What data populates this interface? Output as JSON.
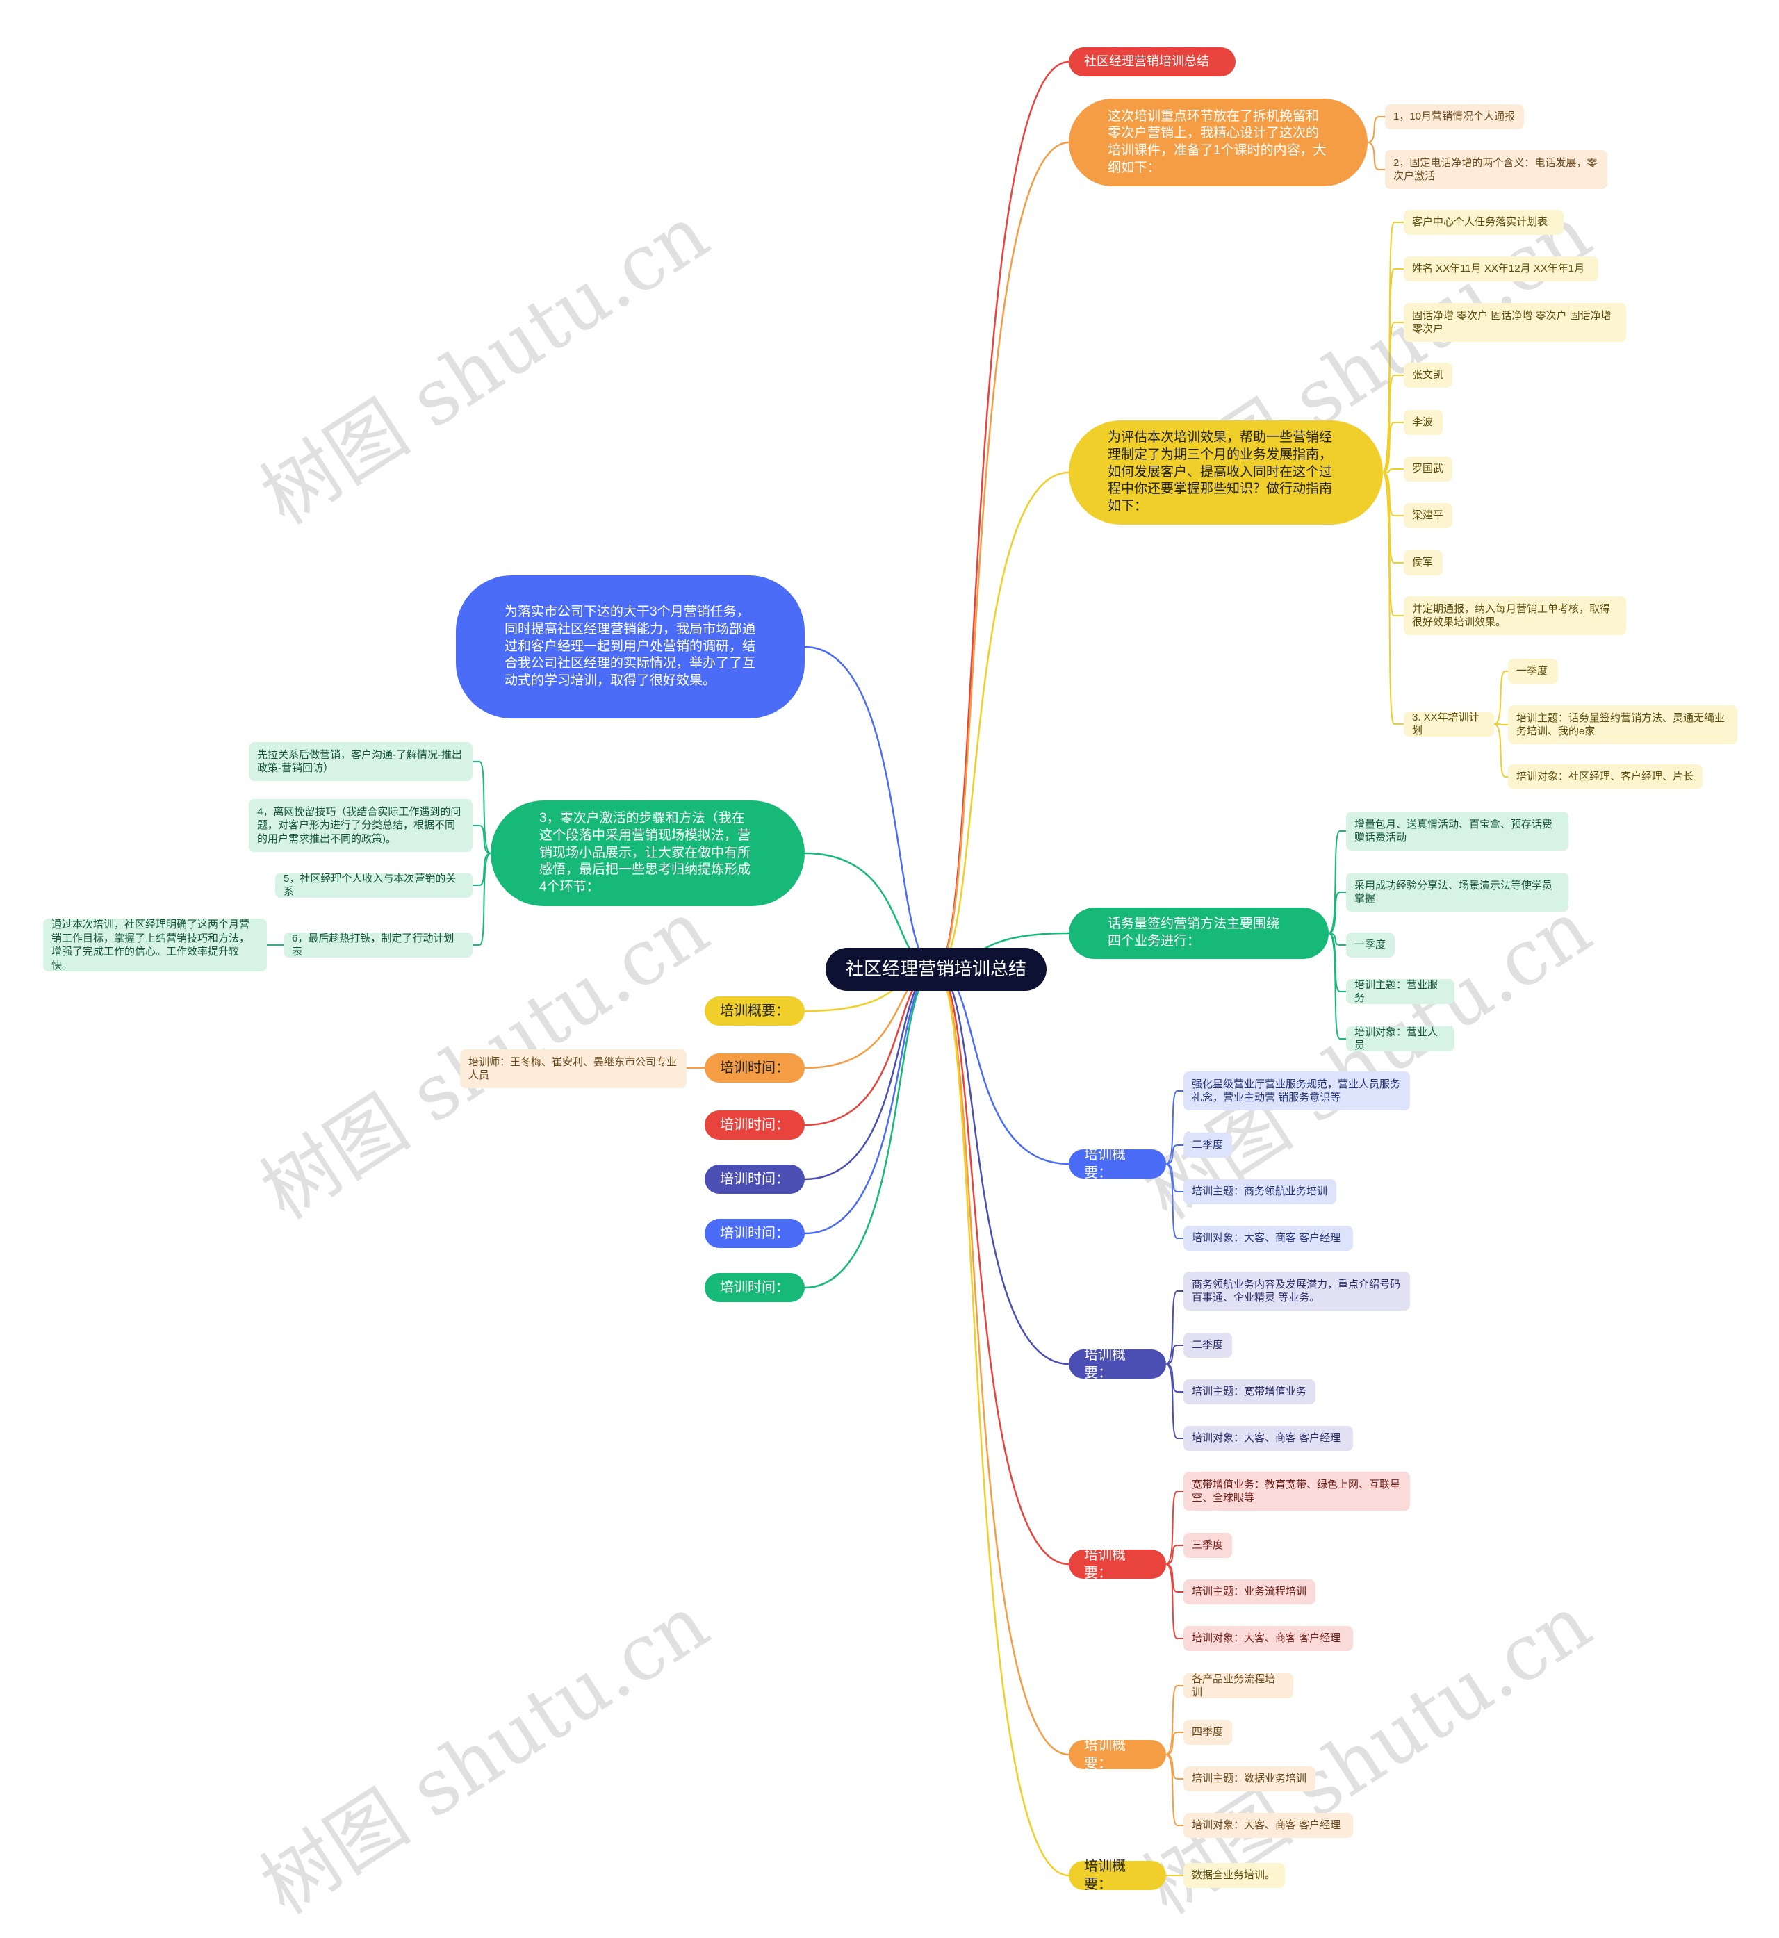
{
  "center": "社区经理营销培训总结",
  "right": {
    "title_node": "社区经理营销培训总结",
    "b1": {
      "text": "这次培训重点环节放在了拆机挽留和零次户营销上，我精心设计了这次的培训课件，准备了1个课时的内容，大纲如下：",
      "children": [
        "1，10月营销情况个人通报",
        "2，固定电话净增的两个含义：电话发展，零次户激活"
      ]
    },
    "b2": {
      "text": "为评估本次培训效果，帮助一些营销经理制定了为期三个月的业务发展指南，如何发展客户、提高收入同时在这个过程中你还要掌握那些知识？做行动指南如下：",
      "children": [
        "客户中心个人任务落实计划表",
        "姓名 XX年11月  XX年12月  XX年年1月",
        "固话净增 零次户 固话净增 零次户 固话净增 零次户",
        "张文凯",
        "李波",
        "罗国武",
        "梁建平",
        "侯军",
        "并定期通报，纳入每月营销工单考核，取得很好效果培训效果。",
        "3. XX年培训计划"
      ],
      "plan_children": [
        "一季度",
        "培训主题：话务量签约营销方法、灵通无绳业务培训、我的e家",
        "培训对象：社区经理、客户经理、片长"
      ]
    },
    "b3": {
      "text": "话务量签约营销方法主要围绕四个业务进行：",
      "children": [
        "增量包月、送真情活动、百宝盒、预存话费赠话费活动",
        "采用成功经验分享法、场景演示法等使学员掌握",
        "一季度",
        "培训主题：营业服务",
        "培训对象：营业人员"
      ]
    },
    "b4": {
      "text": "培训概要：",
      "children": [
        "强化星级营业厅营业服务规范，营业人员服务礼念，营业主动营    销服务意识等",
        "二季度",
        "培训主题：商务领航业务培训",
        "培训对象：大客、商客 客户经理"
      ]
    },
    "b5": {
      "text": "培训概要：",
      "children": [
        "商务领航业务内容及发展潜力，重点介绍号码百事通、企业精灵        等业务。",
        "二季度",
        "培训主题：宽带增值业务",
        "培训对象：大客、商客 客户经理"
      ]
    },
    "b6": {
      "text": "培训概要：",
      "children": [
        "宽带增值业务：教育宽带、绿色上网、互联星空、全球眼等",
        "三季度",
        "培训主题：业务流程培训",
        "培训对象：大客、商客 客户经理"
      ]
    },
    "b7": {
      "text": "培训概要：",
      "children": [
        "各产品业务流程培训",
        "四季度",
        "培训主题：数据业务培训",
        "培训对象：大客、商客 客户经理"
      ]
    },
    "b8": {
      "text": "培训概要：",
      "children": [
        "数据全业务培训。"
      ]
    }
  },
  "left": {
    "l1": "为落实市公司下达的大干3个月营销任务，同时提高社区经理营销能力，我局市场部通过和客户经理一起到用户处营销的调研，结合我公司社区经理的实际情况，举办了了互动式的学习培训，取得了很好效果。",
    "l2": {
      "text": "3，零次户激活的步骤和方法（我在这个段落中采用营销现场模拟法，营销现场小品展示，让大家在做中有所感悟，最后把一些思考归纳提炼形成4个环节：",
      "children": [
        "先拉关系后做营销，客户沟通-了解情况-推出政策-营销回访）",
        "4，离网挽留技巧（我结合实际工作遇到的问题，对客户形为进行了分类总结，根据不同的用户需求推出不同的政策)。",
        "5，社区经理个人收入与本次营销的关系",
        "6，最后趁热打铁，制定了行动计划表"
      ],
      "grandchild": "通过本次培训，社区经理明确了这两个月营销工作目标，掌握了上结营销技巧和方法，增强了完成工作的信心。工作效率提升较快。"
    },
    "l3": "培训概要：",
    "l4": {
      "text": "培训时间：",
      "child": "培训师：王冬梅、崔安利、晏继东市公司专业人员"
    },
    "l5": "培训时间：",
    "l6": "培训时间：",
    "l7": "培训时间：",
    "l8": "培训时间："
  },
  "watermark": "树图 shutu.cn",
  "colors": {
    "red": "#e8443d",
    "orange": "#f49d45",
    "yellow": "#f0cf2a",
    "green": "#17b978",
    "indigo": "#4b4fb3",
    "blue": "#4a6cf6",
    "center": "#0d1233"
  }
}
